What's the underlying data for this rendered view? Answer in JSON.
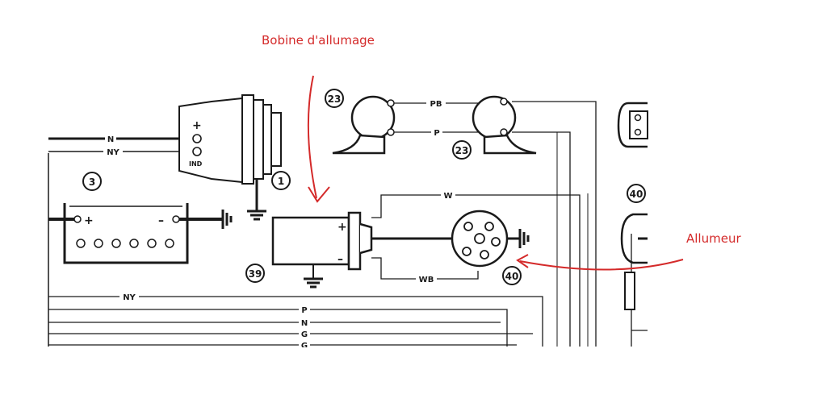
{
  "annotations": {
    "coil": "Bobine d'allumage",
    "distributor": "Allumeur"
  },
  "annotation_color": "#d42a2a",
  "wire_labels": {
    "n": "N",
    "ny_top": "NY",
    "pb": "PB",
    "p_top": "P",
    "w": "W",
    "wb": "WB",
    "ny_bottom": "NY",
    "p_bus": "P",
    "n_bus": "N",
    "g_bus": "G",
    "g2_bus": "G"
  },
  "component_numbers": {
    "alternator": "1",
    "battery": "3",
    "horn_left": "23",
    "horn_right": "23",
    "coil": "39",
    "distributor": "40",
    "distributor_right": "40"
  },
  "terminals": {
    "alt_plus": "+",
    "alt_ind": "IND",
    "batt_plus": "+",
    "batt_minus": "–",
    "coil_plus": "+",
    "coil_minus": "–"
  }
}
